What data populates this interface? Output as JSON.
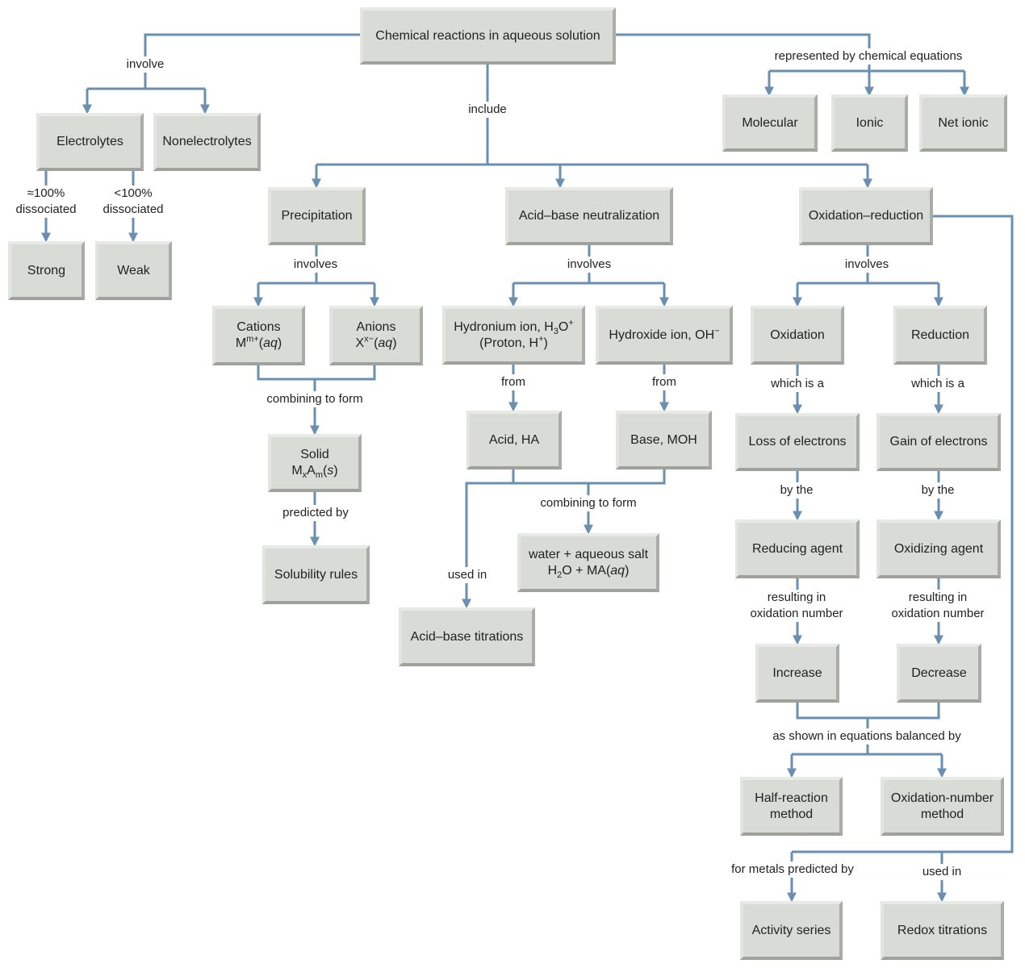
{
  "diagram": {
    "colors": {
      "connector": "#6a8fb0",
      "box_fill": "#d9dcd6",
      "text": "#222222"
    },
    "nodes": {
      "root": "Chemical reactions in aqueous solution",
      "electrolytes": "Electrolytes",
      "nonelectrolytes": "Nonelectrolytes",
      "strong": "Strong",
      "weak": "Weak",
      "molecular": "Molecular",
      "ionic": "Ionic",
      "net_ionic": "Net ionic",
      "precipitation": "Precipitation",
      "acid_base_neutralization": "Acid–base neutralization",
      "oxidation_reduction": "Oxidation–reduction",
      "cations": {
        "line1": "Cations",
        "line2_base": "M",
        "line2_sup": "m+",
        "line2_open": "(",
        "line2_italic": "aq",
        "line2_close": ")"
      },
      "anions": {
        "line1": "Anions",
        "line2_base": "X",
        "line2_sup": "x−",
        "line2_open": "(",
        "line2_italic": "aq",
        "line2_close": ")"
      },
      "solid": {
        "line1": "Solid",
        "m": "M",
        "x_sub": "x",
        "a": "A",
        "m_sub": "m",
        "open": "(",
        "italic": "s",
        "close": ")"
      },
      "solubility_rules": "Solubility rules",
      "hydronium": {
        "line1_text": "Hydronium ion, H",
        "line1_sub": "3",
        "line1_mid": "O",
        "line1_sup": "+",
        "line2_text": "(Proton, H",
        "line2_sup": "+",
        "line2_close": ")"
      },
      "hydroxide": {
        "text": "Hydroxide ion, OH",
        "sup": "−"
      },
      "acid_ha": "Acid, HA",
      "base_moh": "Base, MOH",
      "water_salt": {
        "line1": "water + aqueous salt",
        "h": "H",
        "sub": "2",
        "rest": "O + MA(",
        "italic": "aq",
        "close": ")"
      },
      "acid_base_titrations": "Acid–base titrations",
      "oxidation": "Oxidation",
      "reduction": "Reduction",
      "loss_of_electrons": "Loss of electrons",
      "gain_of_electrons": "Gain of electrons",
      "reducing_agent": "Reducing agent",
      "oxidizing_agent": "Oxidizing agent",
      "increase": "Increase",
      "decrease": "Decrease",
      "half_reaction": [
        "Half-reaction",
        "method"
      ],
      "oxidation_number_method": [
        "Oxidation-number",
        "method"
      ],
      "activity_series": "Activity series",
      "redox_titrations": "Redox titrations"
    },
    "labels": {
      "involve": "involve",
      "represented_by": "represented by chemical equations",
      "include": "include",
      "approx_100": [
        "≈100%",
        "dissociated"
      ],
      "less_100": [
        "<100%",
        "dissociated"
      ],
      "involves_precip": "involves",
      "involves_acid": "involves",
      "involves_redox": "involves",
      "combining_precip": "combining to form",
      "predicted_by": "predicted by",
      "from_acid": "from",
      "from_base": "from",
      "combining_acid": "combining to form",
      "used_in_acid": "used in",
      "which_is_a_ox": "which is a",
      "which_is_a_red": "which is a",
      "by_the_ox": "by the",
      "by_the_red": "by the",
      "resulting_ox": [
        "resulting in",
        "oxidation number"
      ],
      "resulting_red": [
        "resulting in",
        "oxidation number"
      ],
      "as_shown": "as shown in equations balanced by",
      "for_metals": "for metals predicted by",
      "used_in_redox": "used in"
    }
  }
}
